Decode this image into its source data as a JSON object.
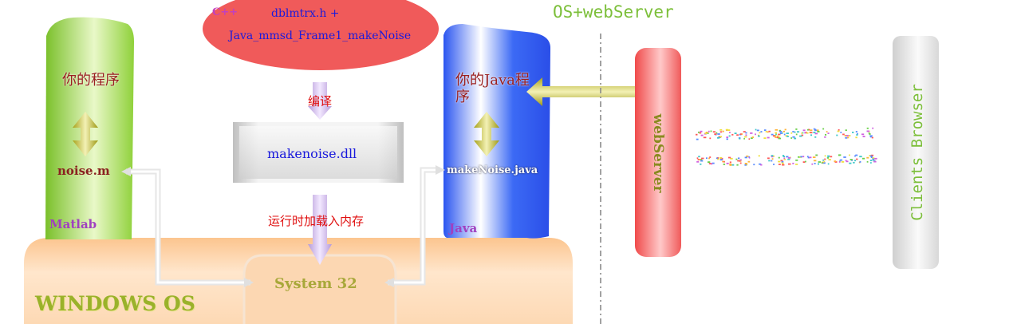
{
  "top_right_title": "OS+webServer",
  "c_source": {
    "lang": "C++",
    "line1": "dblmtrx.h +",
    "line2": "Java_mmsd_Frame1_makeNoise"
  },
  "compile_label": "编译",
  "dll_box": "makenoise.dll",
  "load_label": "运行时加载入内存",
  "matlab": {
    "program_label": "你的程序",
    "file": "noise.m",
    "platform": "Matlab"
  },
  "java": {
    "program_label": "你的Java程序",
    "file": "makeNoise.java",
    "platform": "Java"
  },
  "webserver_label": "webServer",
  "browser_label": "Clients Browser",
  "windows_os_label": "WINDOWS OS",
  "system32_label": "System 32",
  "colors": {
    "matlab_green": "#8fd13a",
    "java_blue": "#2f5cf0",
    "webserver_red": "#f05a5a",
    "c_ellipse": "#f05a5a",
    "os_peach": "#fcd0a4",
    "title_green": "#7cbf3a"
  }
}
